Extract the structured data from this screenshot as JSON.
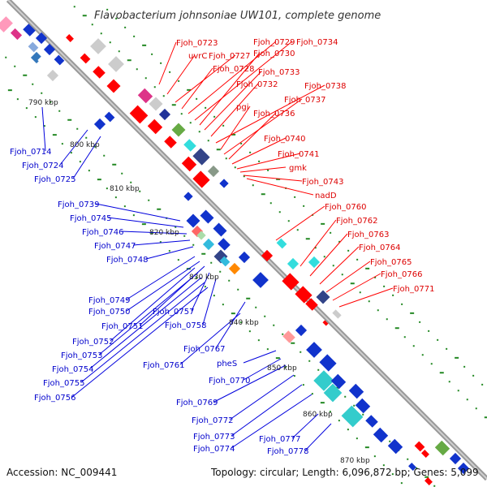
{
  "title": "Flavobacterium johnsoniae UW101, complete genome",
  "accession": "Accession: NC_009441",
  "topology": "Topology: circular; Length: 6,096,872 bp; Genes: 5,099",
  "colors": {
    "forward": "#ff0000",
    "reverse": "#0000dd",
    "backbone": "#999999",
    "tick": "#228822"
  },
  "kbp_labels": [
    "790 kbp",
    "800 kbp",
    "810 kbp",
    "820 kbp",
    "830 kbp",
    "840 kbp",
    "850 kbp",
    "860 kbp",
    "870 kbp"
  ],
  "red_labels": [
    "Fjoh_0723",
    "uvrC",
    "Fjoh_0727",
    "Fjoh_0728",
    "Fjoh_0729",
    "Fjoh_0734",
    "Fjoh_0730",
    "Fjoh_0733",
    "Fjoh_0732",
    "Fjoh_0738",
    "pgi",
    "Fjoh_0737",
    "Fjoh_0736",
    "Fjoh_0740",
    "Fjoh_0741",
    "gmk",
    "Fjoh_0743",
    "nadD",
    "Fjoh_0760",
    "Fjoh_0762",
    "Fjoh_0763",
    "Fjoh_0764",
    "Fjoh_0765",
    "Fjoh_0766",
    "Fjoh_0771"
  ],
  "blue_labels": [
    "Fjoh_0714",
    "Fjoh_0724",
    "Fjoh_0725",
    "Fjoh_0739",
    "Fjoh_0745",
    "Fjoh_0746",
    "Fjoh_0747",
    "Fjoh_0748",
    "Fjoh_0749",
    "Fjoh_0750",
    "Fjoh_0751",
    "Fjoh_0757",
    "Fjoh_0758",
    "Fjoh_0752",
    "Fjoh_0753",
    "Fjoh_0754",
    "Fjoh_0755",
    "Fjoh_0756",
    "Fjoh_0767",
    "pheS",
    "Fjoh_0761",
    "Fjoh_0770",
    "Fjoh_0769",
    "Fjoh_0772",
    "Fjoh_0773",
    "Fjoh_0774",
    "Fjoh_0777",
    "Fjoh_0778"
  ]
}
